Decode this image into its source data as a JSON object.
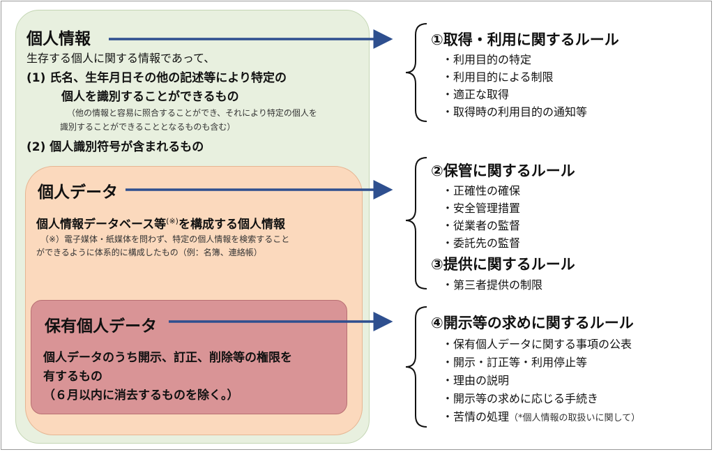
{
  "left": {
    "personal_info": {
      "title": "個人情報",
      "desc": "生存する個人に関する情報であって、",
      "item1_line1": "(1) 氏名、生年月日その他の記述等により特定の",
      "item1_line2": "個人を識別することができるもの",
      "item1_note_line1": "（他の情報と容易に照合することができ、それにより特定の個人を",
      "item1_note_line2": "識別することができることとなるものも含む）",
      "item2": "(2) 個人識別符号が含まれるもの"
    },
    "personal_data": {
      "title": "個人データ",
      "desc_main": "個人情報データベース等",
      "desc_mark": "(※)",
      "desc_tail": "を構成する個人情報",
      "note_line1": "（※）電子媒体・紙媒体を問わず、特定の個人情報を検索すること",
      "note_line2": "ができるように体系的に構成したもの（例：名簿、連絡帳）"
    },
    "retained_data": {
      "title": "保有個人データ",
      "line1": "個人データのうち開示、訂正、削除等の権限を",
      "line2": "有するもの",
      "line3": "（６月以内に消去するものを除く。）"
    }
  },
  "rules": [
    {
      "title": "①取得・利用に関するルール",
      "items": [
        "・利用目的の特定",
        "・利用目的による制限",
        "・適正な取得",
        "・取得時の利用目的の通知等"
      ]
    },
    {
      "title": "②保管に関するルール",
      "items": [
        "・正確性の確保",
        "・安全管理措置",
        "・従業者の監督",
        "・委託先の監督"
      ]
    },
    {
      "title": "③提供に関するルール",
      "items": [
        "・第三者提供の制限"
      ]
    },
    {
      "title": "④開示等の求めに関するルール",
      "items": [
        "・保有個人データに関する事項の公表",
        "・開示・訂正等・利用停止等",
        "・理由の説明",
        "・開示等の求めに応じる手続き"
      ],
      "last_item": "・苦情の処理",
      "last_note": "（*個人情報の取扱いに関して）"
    }
  ],
  "colors": {
    "arrow": "#2e4f8f",
    "outer": "#e8f0df",
    "mid": "#fbd9bd",
    "inner": "#d99496"
  }
}
